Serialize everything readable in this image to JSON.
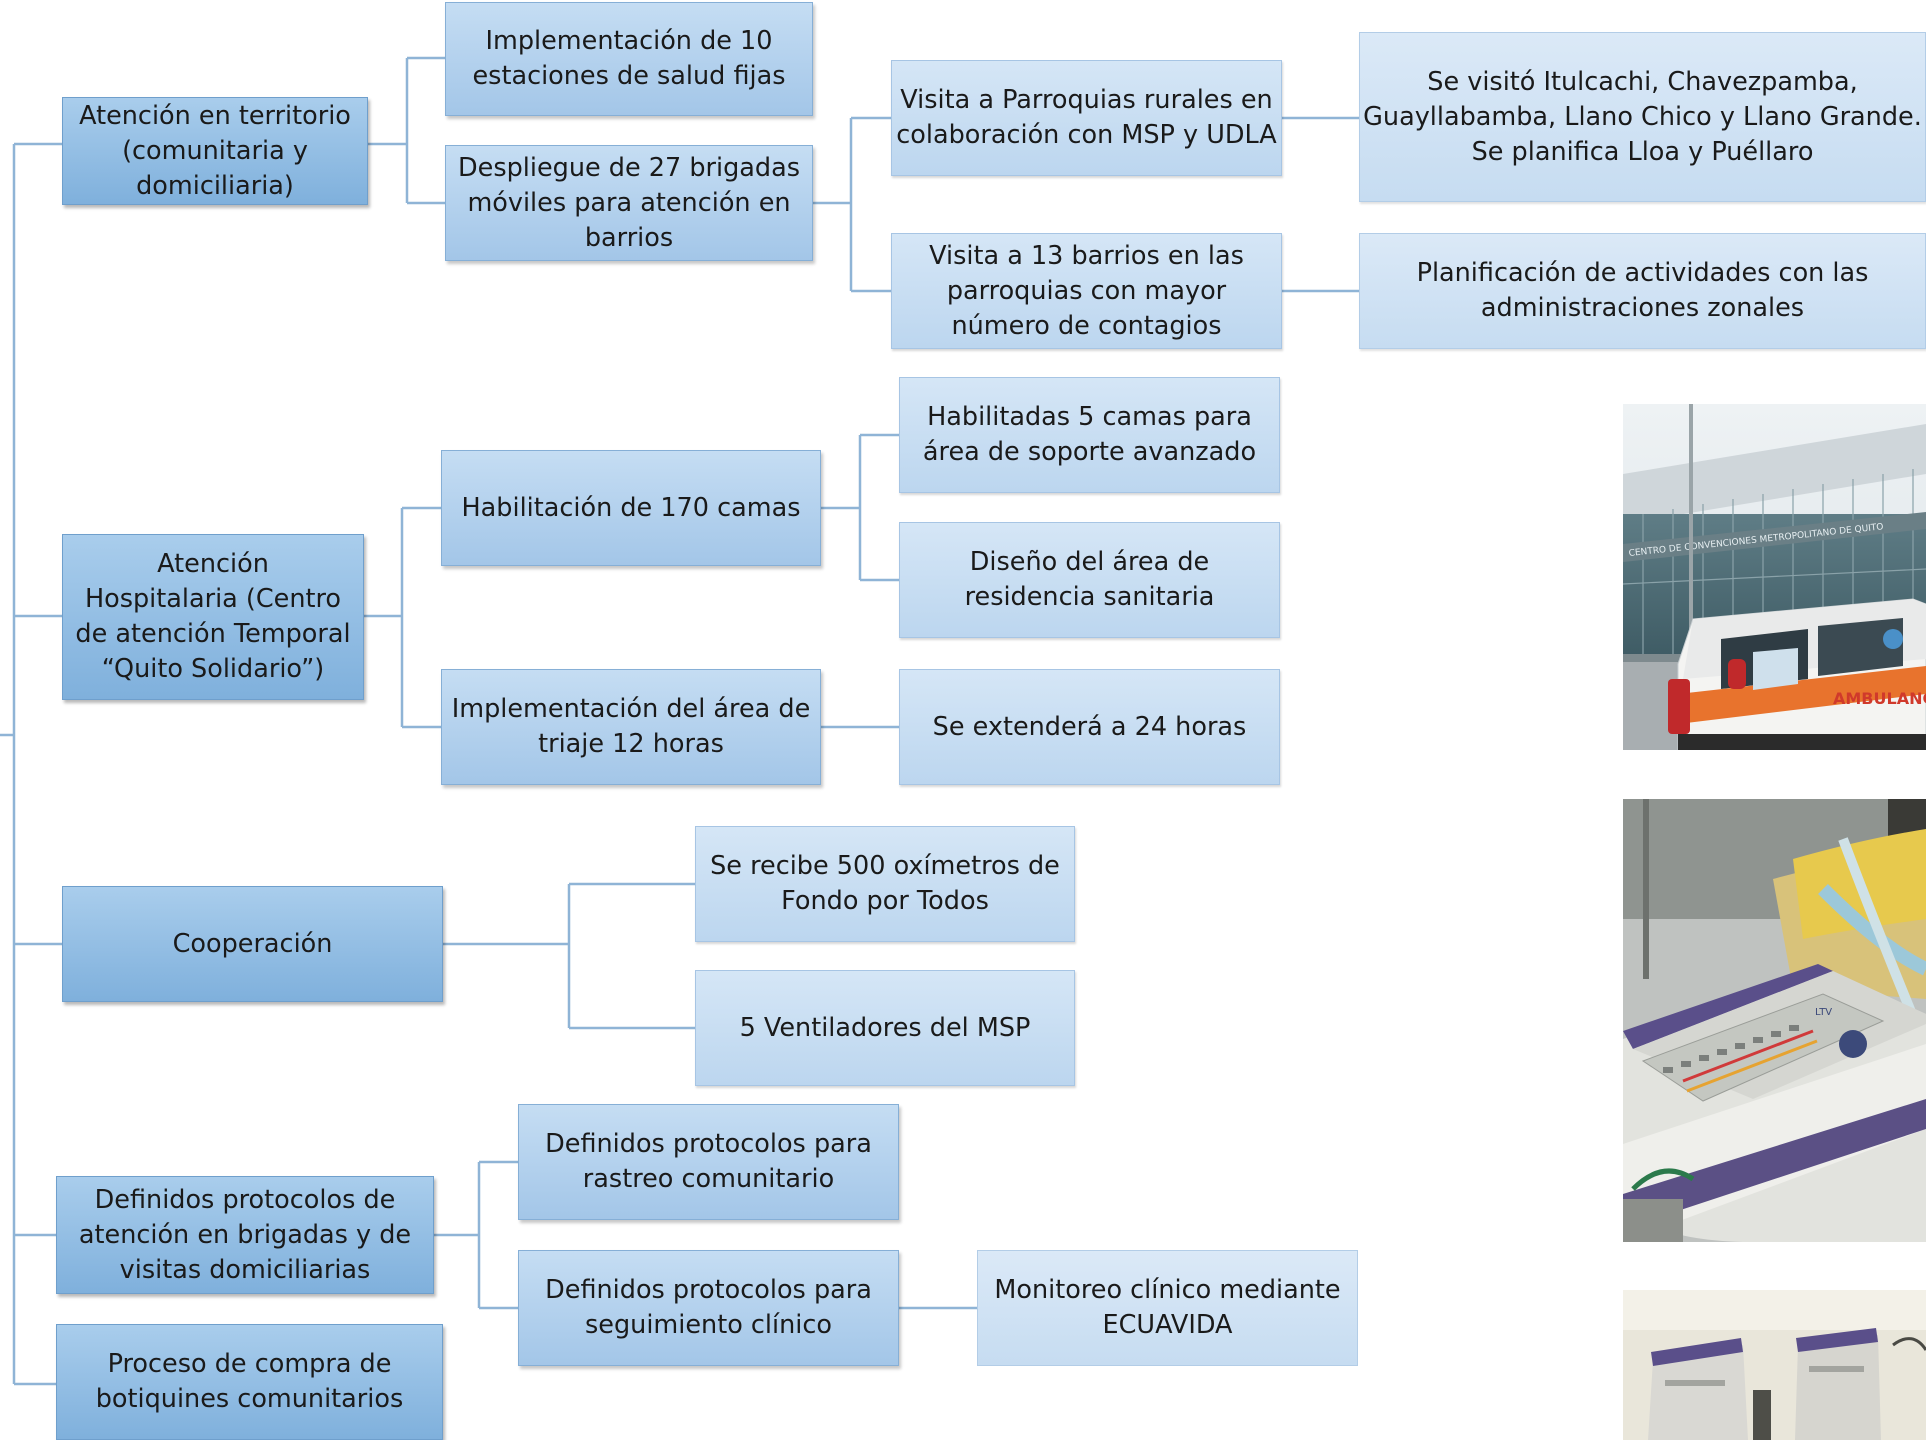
{
  "diagram": {
    "root": {
      "territorio": "Atención en territorio\n(comunitaria y\ndomiciliaria)",
      "hospitalaria": "Atención\nHospitalaria (Centro\nde atención Temporal\n“Quito Solidario”)",
      "cooperacion": "Cooperación",
      "protocolos": "Definidos protocolos de\natención en brigadas y de\nvisitas domiciliarias",
      "botiquines": "Proceso de compra de\nbotiquines comunitarios"
    },
    "territorio_children": {
      "estaciones": "Implementación de 10\nestaciones de salud fijas",
      "brigadas": "Despliegue de 27 brigadas\nmóviles para atención en\nbarrios"
    },
    "brigadas_children": {
      "parroquias": "Visita a Parroquias rurales en\ncolaboración con MSP y UDLA",
      "barrios": "Visita a 13 barrios en las\nparroquias con mayor\nnúmero de contagios"
    },
    "parroquias_detail": "Se visitó Itulcachi, Chavezpamba,\nGuayllabamba, Llano Chico y Llano Grande.\nSe planifica Lloa y Puéllaro",
    "barrios_detail": "Planificación de actividades con las\nadministraciones zonales",
    "hospital_children": {
      "camas": "Habilitación de 170 camas",
      "triaje": "Implementación del área de\ntriaje 12 horas"
    },
    "camas_children": {
      "soporte": "Habilitadas 5 camas para\nárea de soporte avanzado",
      "residencia": "Diseño del área de\nresidencia sanitaria"
    },
    "triaje_detail": "Se extenderá a 24 horas",
    "cooperacion_children": {
      "oximetros": "Se recibe 500 oxímetros de\nFondo por Todos",
      "ventiladores": "5 Ventiladores del MSP"
    },
    "protocolos_children": {
      "rastreo": "Definidos protocolos para\nrastreo comunitario",
      "seguimiento": "Definidos protocolos para\nseguimiento clínico"
    },
    "seguimiento_detail": "Monitoreo clínico mediante\nECUAVIDA"
  },
  "photos": {
    "building_sign": "CENTRO DE CONVENCIONES METROPOLITANO DE QUITO",
    "ambulance_text": "AMBULANCIA",
    "ventilator_brand": "LTV"
  },
  "colors": {
    "connector": "#8fb4d6",
    "level1": "#8cbbe3",
    "level2": "#b3d1ee",
    "level3": "#c8def3"
  }
}
